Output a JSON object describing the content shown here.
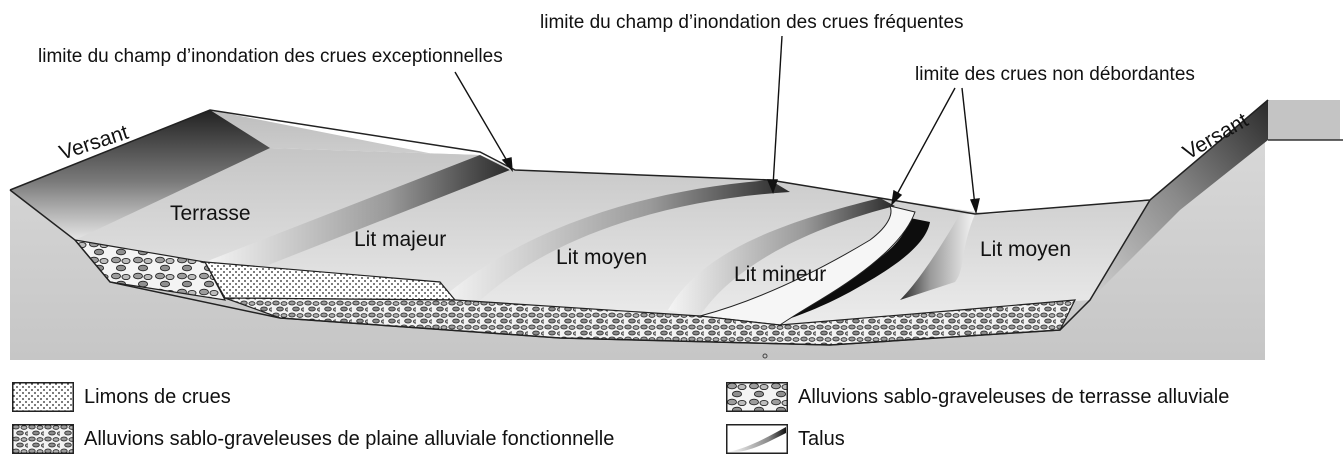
{
  "annotations": {
    "exceptional_floods": "limite du champ d’inondation des crues exceptionnelles",
    "frequent_floods": "limite du champ d’inondation des crues fréquentes",
    "non_overflowing": "limite des crues non débordantes"
  },
  "zones": {
    "versant_left": "Versant",
    "versant_right": "Versant",
    "terrasse": "Terrasse",
    "lit_majeur": "Lit majeur",
    "lit_moyen_left": "Lit moyen",
    "lit_mineur": "Lit mineur",
    "lit_moyen_right": "Lit moyen"
  },
  "legend": {
    "limons": "Limons de crues",
    "alluvions_fonctionnelle": "Alluvions sablo-graveleuses de plaine alluviale fonctionnelle",
    "alluvions_terrasse": "Alluvions sablo-graveleuses de terrasse alluviale",
    "talus": "Talus"
  },
  "colors": {
    "ground": "#c9c9c9",
    "ground_light": "#ececec",
    "ink": "#111111"
  }
}
